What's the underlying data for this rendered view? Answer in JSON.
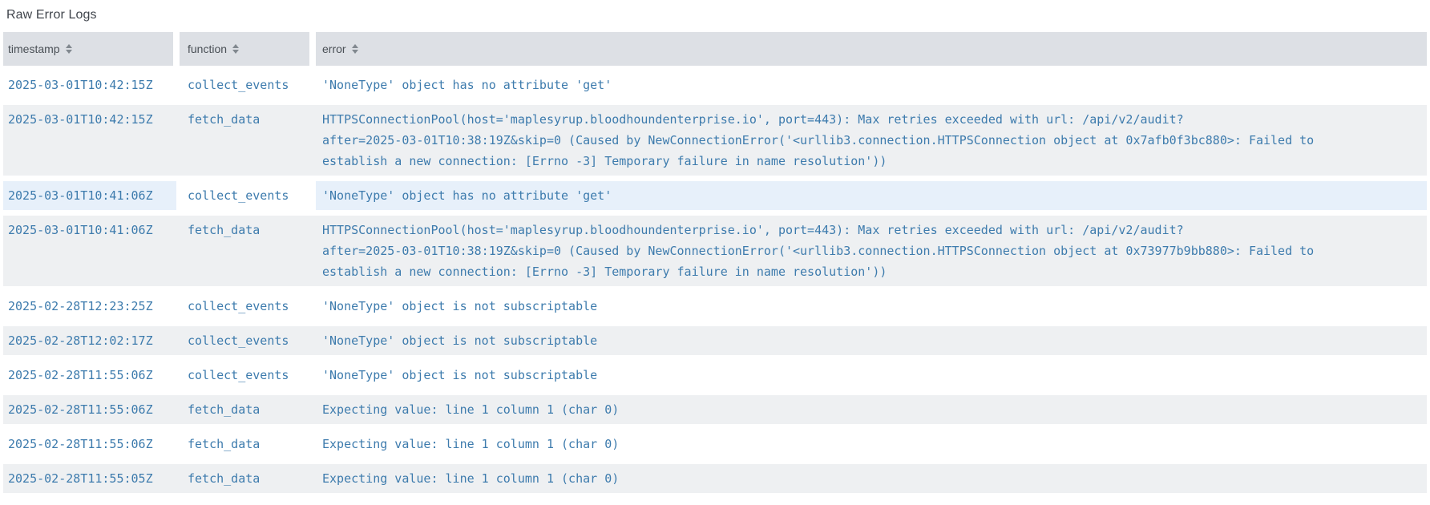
{
  "page": {
    "title": "Raw Error Logs"
  },
  "colors": {
    "header_bg": "#dde0e5",
    "header_text": "#4a5056",
    "row_stripe_bg": "#eef0f2",
    "selected_row_bg": "#e7f0fa",
    "cell_text": "#3d7bad",
    "title_text": "#40454c",
    "sort_icon": "#81888f"
  },
  "table": {
    "columns": [
      {
        "label": "timestamp",
        "sortable": true
      },
      {
        "label": "function",
        "sortable": true
      },
      {
        "label": "error",
        "sortable": true
      }
    ],
    "selected_row_index": 2,
    "selected_cell_column": "function",
    "rows": [
      {
        "timestamp": "2025-03-01T10:42:15Z",
        "function": "collect_events",
        "error": "'NoneType' object has no attribute 'get'"
      },
      {
        "timestamp": "2025-03-01T10:42:15Z",
        "function": "fetch_data",
        "error": "HTTPSConnectionPool(host='maplesyrup.bloodhoundenterprise.io', port=443): Max retries exceeded with url: /api/v2/audit?\nafter=2025-03-01T10:38:19Z&skip=0 (Caused by NewConnectionError('<urllib3.connection.HTTPSConnection object at 0x7afb0f3bc880>: Failed to\nestablish a new connection: [Errno -3] Temporary failure in name resolution'))"
      },
      {
        "timestamp": "2025-03-01T10:41:06Z",
        "function": "collect_events",
        "error": "'NoneType' object has no attribute 'get'"
      },
      {
        "timestamp": "2025-03-01T10:41:06Z",
        "function": "fetch_data",
        "error": "HTTPSConnectionPool(host='maplesyrup.bloodhoundenterprise.io', port=443): Max retries exceeded with url: /api/v2/audit?\nafter=2025-03-01T10:38:19Z&skip=0 (Caused by NewConnectionError('<urllib3.connection.HTTPSConnection object at 0x73977b9bb880>: Failed to\nestablish a new connection: [Errno -3] Temporary failure in name resolution'))"
      },
      {
        "timestamp": "2025-02-28T12:23:25Z",
        "function": "collect_events",
        "error": "'NoneType' object is not subscriptable"
      },
      {
        "timestamp": "2025-02-28T12:02:17Z",
        "function": "collect_events",
        "error": "'NoneType' object is not subscriptable"
      },
      {
        "timestamp": "2025-02-28T11:55:06Z",
        "function": "collect_events",
        "error": "'NoneType' object is not subscriptable"
      },
      {
        "timestamp": "2025-02-28T11:55:06Z",
        "function": "fetch_data",
        "error": "Expecting value: line 1 column 1 (char 0)"
      },
      {
        "timestamp": "2025-02-28T11:55:06Z",
        "function": "fetch_data",
        "error": "Expecting value: line 1 column 1 (char 0)"
      },
      {
        "timestamp": "2025-02-28T11:55:05Z",
        "function": "fetch_data",
        "error": "Expecting value: line 1 column 1 (char 0)"
      }
    ]
  }
}
